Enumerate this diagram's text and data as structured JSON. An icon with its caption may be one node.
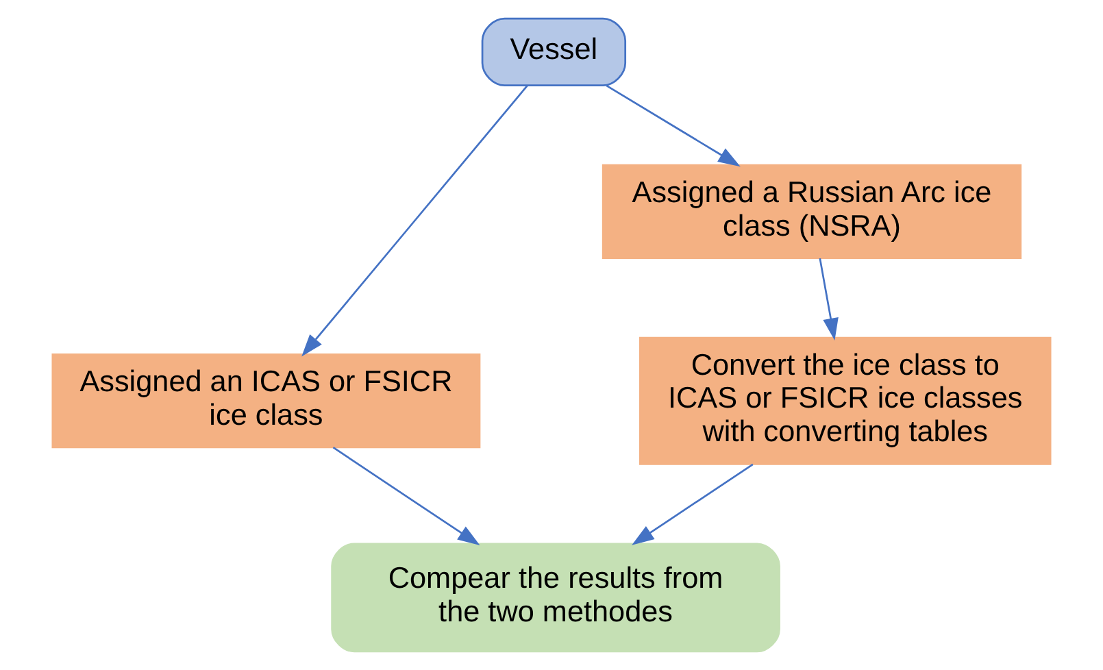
{
  "diagram": {
    "nodes": [
      {
        "text": [
          "Vessel"
        ]
      },
      {
        "text": [
          "Assigned an ICAS or FSICR ice class"
        ]
      },
      {
        "text": [
          "Assigned a Russian Arc ice class (NSRA)"
        ]
      },
      {
        "text": [
          "Convert the ice class to ICAS or FSICR ice classes with converting tables"
        ]
      },
      {
        "text": [
          "Compear the results from the two methodes"
        ]
      }
    ],
    "edges": [
      {
        "from": 0,
        "to": 1,
        "arrow": "to"
      },
      {
        "from": 0,
        "to": 2,
        "arrow": "to"
      },
      {
        "from": 2,
        "to": 3,
        "arrow": "to"
      },
      {
        "from": 1,
        "to": 4,
        "arrow": "to"
      },
      {
        "from": 3,
        "to": 4,
        "arrow": "to"
      }
    ]
  }
}
